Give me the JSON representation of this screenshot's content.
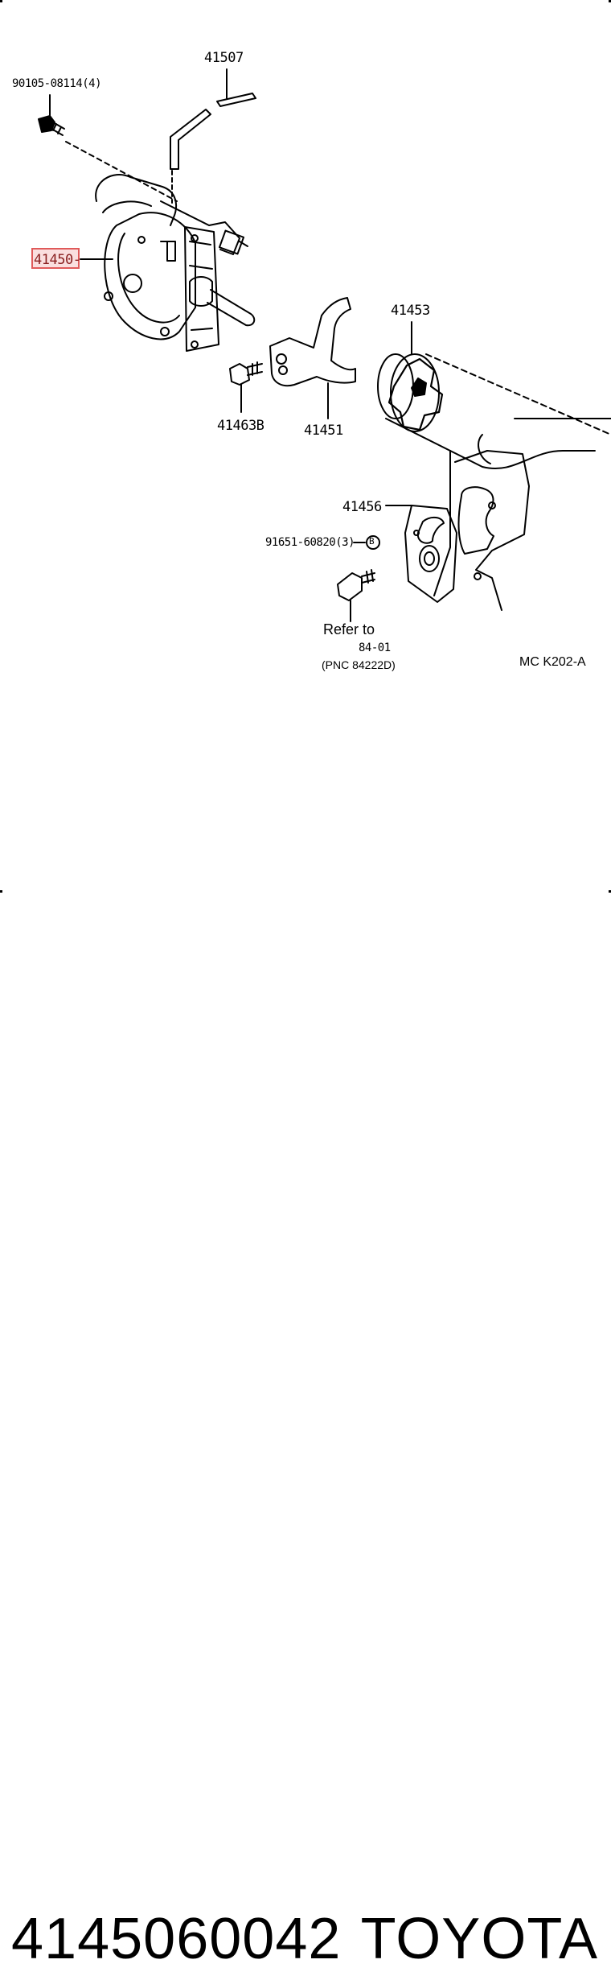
{
  "diagram": {
    "labels": {
      "bolt": "90105-08114(4)",
      "hose": "41507",
      "actuator": "41450-",
      "coupling": "41453",
      "bolt_b": "41463B",
      "fork": "41451",
      "bracket": "41456",
      "washer_bolt": "91651-60820(3)",
      "washer_mark": "B",
      "refer_to": "Refer to",
      "refer_ref": "84-01",
      "pnc": "(PNC 84222D)",
      "code": "MC  K202-A"
    },
    "highlight_color": "#e05a5a"
  },
  "footer": {
    "part_number": "4145060042",
    "brand": "TOYOTA"
  }
}
